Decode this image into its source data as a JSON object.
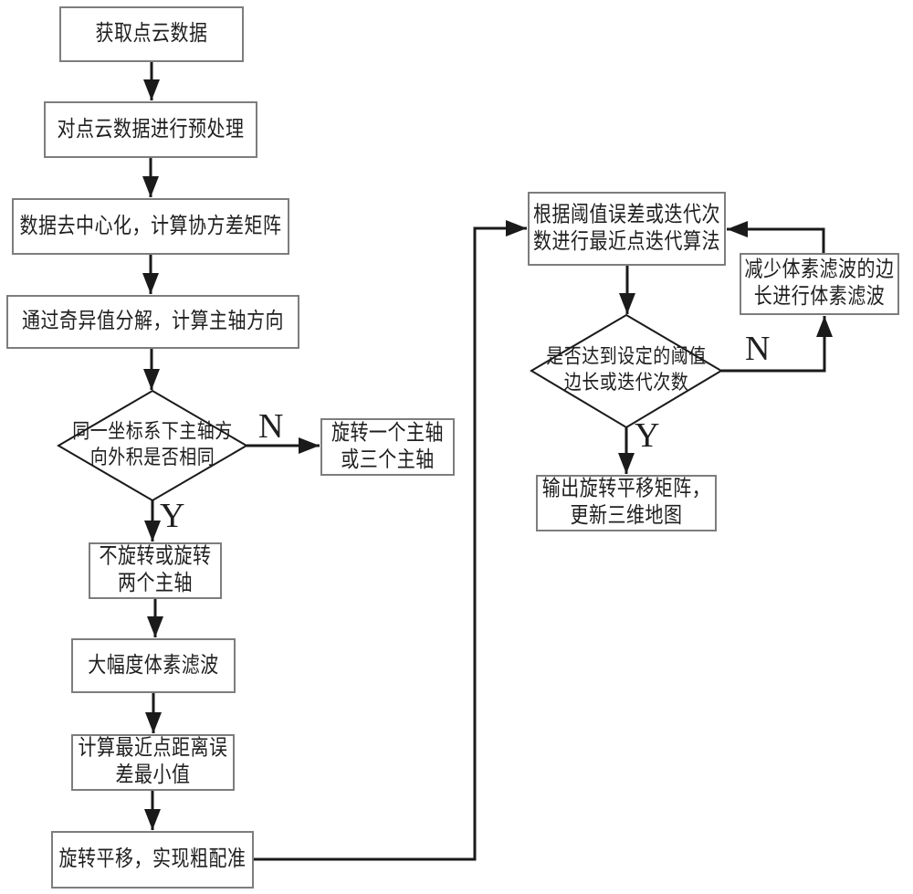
{
  "flowchart": {
    "nodes": {
      "acquire": {
        "label": "获取点云数据"
      },
      "preprocess": {
        "label": "对点云数据进行预处理"
      },
      "decenter": {
        "label": "数据去中心化，计算协方差矩阵"
      },
      "svd": {
        "label": "通过奇异值分解，计算主轴方向"
      },
      "axis_check": {
        "label": "同一坐标系下主轴方\n向外积是否相同"
      },
      "rotate_one": {
        "label": "旋转一个主轴\n或三个主轴"
      },
      "rotate_two": {
        "label": "不旋转或旋转\n两个主轴"
      },
      "voxel_large": {
        "label": "大幅度体素滤波"
      },
      "min_error": {
        "label": "计算最近点距离误\n差最小值"
      },
      "coarse_align": {
        "label": "旋转平移，实现粗配准"
      },
      "icp": {
        "label": "根据阈值误差或迭代次\n数进行最近点迭代算法"
      },
      "reduce_voxel": {
        "label": "减少体素滤波的边\n长进行体素滤波"
      },
      "threshold_check": {
        "label": "是否达到设定的阈值\n边长或迭代次数"
      },
      "output": {
        "label": "输出旋转平移矩阵，\n更新三维地图"
      }
    },
    "branch_labels": {
      "axis_no": "N",
      "axis_yes": "Y",
      "threshold_no": "N",
      "threshold_yes": "Y"
    },
    "edges": [
      {
        "from": "acquire",
        "to": "preprocess"
      },
      {
        "from": "preprocess",
        "to": "decenter"
      },
      {
        "from": "decenter",
        "to": "svd"
      },
      {
        "from": "svd",
        "to": "axis_check"
      },
      {
        "from": "axis_check",
        "to": "rotate_one",
        "label": "N"
      },
      {
        "from": "axis_check",
        "to": "rotate_two",
        "label": "Y"
      },
      {
        "from": "rotate_two",
        "to": "voxel_large"
      },
      {
        "from": "voxel_large",
        "to": "min_error"
      },
      {
        "from": "min_error",
        "to": "coarse_align"
      },
      {
        "from": "coarse_align",
        "to": "icp"
      },
      {
        "from": "icp",
        "to": "threshold_check"
      },
      {
        "from": "threshold_check",
        "to": "reduce_voxel",
        "label": "N"
      },
      {
        "from": "reduce_voxel",
        "to": "icp"
      },
      {
        "from": "threshold_check",
        "to": "output",
        "label": "Y"
      }
    ],
    "colors": {
      "line": "#1a1a1a",
      "box_border": "#7d7d7d",
      "background": "#ffffff",
      "text": "#1f1f1f"
    }
  }
}
